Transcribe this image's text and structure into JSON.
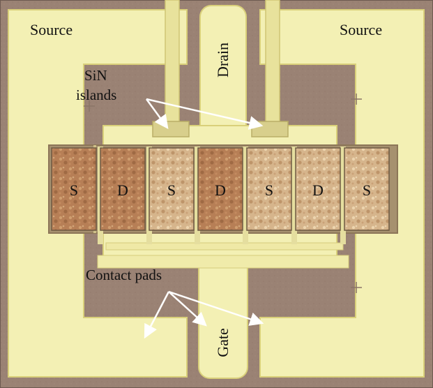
{
  "labels": {
    "source_left": "Source",
    "source_right": "Source",
    "drain": "Drain",
    "gate": "Gate",
    "sin_islands_line1": "SiN",
    "sin_islands_line2": "islands",
    "contact_pads": "Contact pads"
  },
  "cells": [
    "S",
    "D",
    "S",
    "D",
    "S",
    "D",
    "S"
  ],
  "colors": {
    "background": "#9a8274",
    "metal": "#f3f0b4",
    "metal_edge": "#d9d07a",
    "annotation_arrow": "#ffffff",
    "text": "#111111"
  }
}
